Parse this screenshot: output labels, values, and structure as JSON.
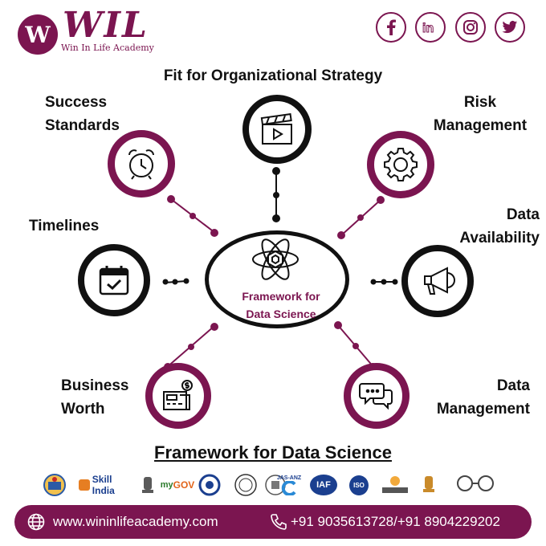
{
  "brand": {
    "logo_letter": "W",
    "name": "WIL",
    "tagline": "Win In Life Academy"
  },
  "social": [
    "facebook-icon",
    "linkedin-icon",
    "instagram-icon",
    "twitter-icon"
  ],
  "center": {
    "title_line1": "Framework for",
    "title_line2": "Data Science"
  },
  "nodes": {
    "fit": {
      "label": "Fit for Organizational Strategy",
      "icon": "clapperboard-icon"
    },
    "success": {
      "label_line1": "Success",
      "label_line2": "Standards",
      "icon": "alarm-clock-icon"
    },
    "risk": {
      "label_line1": "Risk",
      "label_line2": "Management",
      "icon": "gear-icon"
    },
    "timelines": {
      "label": "Timelines",
      "icon": "calendar-check-icon"
    },
    "availability": {
      "label_line1": "Data",
      "label_line2": "Availability",
      "icon": "megaphone-icon"
    },
    "worth": {
      "label_line1": "Business",
      "label_line2": "Worth",
      "icon": "cash-register-icon"
    },
    "management": {
      "label_line1": "Data",
      "label_line2": "Management",
      "icon": "chat-bubbles-icon"
    }
  },
  "main_title": "Framework for Data Science",
  "partners": {
    "skill_india": "Skill India",
    "mygov": "GOV",
    "iaf": "IAF",
    "iso": "ISO",
    "jas_anz": "JAS-ANZ"
  },
  "footer": {
    "website": "www.wininlifeacademy.com",
    "phones": "+91 9035613728/+91 8904229202"
  },
  "colors": {
    "brand": "#7b1550",
    "ink": "#111111"
  }
}
